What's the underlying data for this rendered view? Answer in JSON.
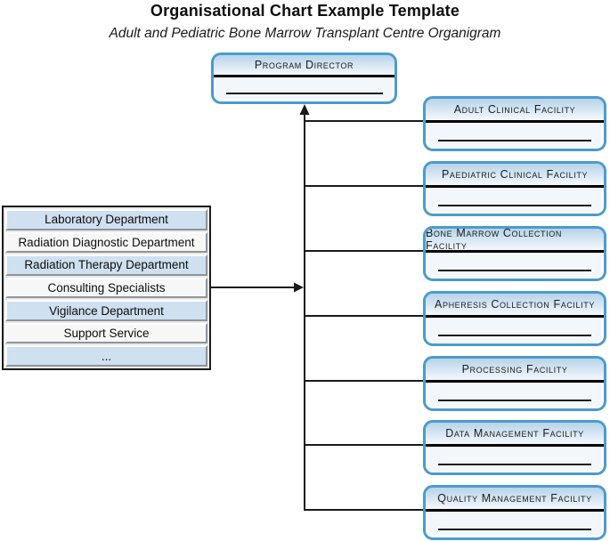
{
  "header": {
    "title": "Organisational Chart Example Template",
    "subtitle": "Adult and Pediatric Bone Marrow Transplant Centre Organigram"
  },
  "root_node": {
    "label": "Program Director"
  },
  "facilities": [
    "Adult Clinical Facility",
    "Paediatric Clinical Facility",
    "Bone Marrow Collection Facility",
    "Apheresis Collection Facility",
    "Processing Facility",
    "Data Management Facility",
    "Quality Management Facility"
  ],
  "departments": [
    "Laboratory Department",
    "Radiation Diagnostic Department",
    "Radiation Therapy Department",
    "Consulting Specialists",
    "Vigilance Department",
    "Support Service",
    "..."
  ],
  "colors": {
    "node_border": "#4c9bcf",
    "node_header_top": "#b7d3e9",
    "node_header_bottom": "#eff5fb",
    "node_body": "#f3f7fb",
    "stack_row_blue": "#cfe0f0",
    "stack_row_white": "#f7f7f7",
    "connector": "#1a1a1a"
  }
}
